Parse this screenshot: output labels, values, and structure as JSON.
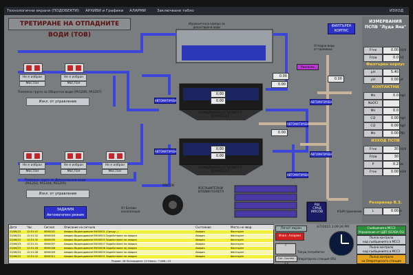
{
  "menu": {
    "tech": "Технологични екрани (ПОДОБЕКТИ)",
    "archive": "АРХИВИ и Графики",
    "alarms": "АЛАРМИ",
    "lock": "Заключване табло",
    "exit": "ИЗХОД"
  },
  "title": "ТРЕТИРАНЕ НА ОТПАДНИТЕ ВОДИ (ТОВ)",
  "top_tank": "Изравнителна камера за\nдекантирани води",
  "filter_btn": "ФИЛТЪРЕН\nКОРПУС",
  "right_labels": {
    "drain": "Отпадни води\nот промивки",
    "reagent": "Реагенти",
    "automatic": "АВТОМАТИЧЕН"
  },
  "pumps_top": [
    {
      "status": "Не е избран",
      "mode": "МЕСТЕН"
    },
    {
      "status": "Не е избран",
      "mode": "МЕСТЕН"
    }
  ],
  "pumps_top_group": "Помпена група за Оборотни води (PA1206; PA1207)",
  "pumps_top_btn": "Изкл. от управление",
  "pumps_bottom": [
    {
      "status": "Не е избран",
      "mode": "МЕСТЕН"
    },
    {
      "status": "Не е избран",
      "mode": "МЕСТЕН"
    },
    {
      "status": "Не е избран",
      "mode": "МЕСТЕН"
    }
  ],
  "pumps_bottom_group": "Помпена група за Декантирани води\n(PA1203; PA1204; PA1205)",
  "pumps_bottom_btn": "Изкл. от управление",
  "task_btn": "ЗАДАНИЯ\nАвтоматичен режим",
  "thickener1": "КОМБИНИРАН СГЪСТИТЕЛ\nКОНУСЕН 2",
  "thickener2": "КОМБИНИРАН СГЪСТИТЕЛ\nКОНУСЕН 1",
  "sludge_beds": "ИЗСУШИТЕЛНИ\nИЛОВИ ПОЛЕТА",
  "mpsov": "МПСОВ",
  "rsh": "РШ\nСРАД\nМПСОВ",
  "to_receiver": "КЪМ приемник",
  "from_battery": "От Батови\nканализация",
  "values": {
    "v1": "0.00",
    "v2": "0.00",
    "v3": "0.00",
    "v4": "0.00",
    "v5": "0.00",
    "v6": "0.00",
    "v7": "0.00",
    "v8": "0.00"
  },
  "right_panel": {
    "title": "ИЗМЕРВАНИЯ\nПСПВ \"Луда Яна\"",
    "sec1": "Филтърен корпус",
    "sec2": "КОНТАКТНИ",
    "sec3": "ИЗХОД ПСПВ",
    "sec4": "Резервоар В.З.",
    "rows": [
      {
        "k": "Fтек",
        "v": "0.00",
        "u": "m3/h"
      },
      {
        "k": "Fпов",
        "v": "0.0",
        "u": "m3"
      },
      {
        "k": "pH",
        "v": "5.40",
        "u": ""
      },
      {
        "k": "pH",
        "v": "0.00",
        "u": "pH"
      },
      {
        "k": "Mn",
        "v": "0.0",
        "u": "mg/l"
      },
      {
        "k": "NaOCl",
        "v": "",
        "u": ""
      },
      {
        "k": "Mn",
        "v": "0.0",
        "u": ""
      },
      {
        "k": "Cl2",
        "v": "0.00",
        "u": "mg/l"
      },
      {
        "k": "Cl2",
        "v": "0.00",
        "u": "mg/l"
      },
      {
        "k": "Mn",
        "v": "0.00",
        "u": "FNU"
      },
      {
        "k": "Fтек",
        "v": "30",
        "u": "m3/h"
      },
      {
        "k": "Fпов",
        "v": "30",
        "u": ""
      },
      {
        "k": "P",
        "v": "0.2",
        "u": "bar"
      },
      {
        "k": "Fтек",
        "v": "0.00",
        "u": "m3/h"
      },
      {
        "k": "L",
        "v": "0.00",
        "u": "m"
      }
    ]
  },
  "alarms": {
    "headers": [
      "Дата",
      "Час",
      "Сигнал",
      "Описание на сигнала",
      "Състояние",
      "Място на авар."
    ],
    "rows": [
      [
        "23/06/23",
        "12:51:47",
        "SB00001",
        "Авария Водоподаване ВН00001 (Срещу..)",
        "Авария",
        "Фалтърен"
      ],
      [
        "23/06/23",
        "12:51:32",
        "SB00003",
        "Авария Водоподаване ВН00003 Задействане по авария",
        "Авария",
        "Фалтърен"
      ],
      [
        "23/06/23",
        "12:51:32",
        "SB00005",
        "Авария Водоподаване ВН00005 Задействане по авария",
        "Авария",
        "Фалтърен"
      ],
      [
        "23/06/23",
        "12:51:31",
        "SB00007",
        "Авария Водоподаване ВН00007 Задействане по авария",
        "Авария",
        "Фалтърен"
      ],
      [
        "23/06/23",
        "12:51:28",
        "SB00008",
        "Авария Водоподаване ВН00008 Задействане по авария",
        "Авария",
        "Фалтърен"
      ],
      [
        "23/06/23",
        "12:51:26",
        "SB00009",
        "Авария Водоподаване ВН00009 Задействане по авария",
        "Авария",
        "Фалтърен"
      ],
      [
        "23/06/23",
        "12:51:22",
        "SB00011",
        "Авария Водоподаване ВН00011 Задействане по авария",
        "Авария",
        "Фалтърен"
      ]
    ],
    "footer": "Редове: 26  Потвърдени: 15  Неизч.: 7  Изб.: 23"
  },
  "print_screen": "Печат екран",
  "alarm_off": "Изкл. Аларма",
  "datetime": "4/7/2023 3:09:26 PM",
  "current_user": "Текущ потребител",
  "operator": "Операторска станция (OS)",
  "sig_btn": "Сиг. Систем. 1.2",
  "right_btns": [
    "Съобщения в МССЗ\nУправление от ЦДП (SCADA OS)",
    "Пълна контрола\nнад съобщенията в МССЗ",
    "Пълна контрола\nнад съобщенията в МССЗ",
    "Пълна контрола\nна Операторската станция"
  ],
  "colors": {
    "pipe_blue": "#3c46d8",
    "pipe_tan": "#c7b49a",
    "screen_bg": "#7a7d80",
    "alarm_yellow": "#f4ef3a"
  }
}
